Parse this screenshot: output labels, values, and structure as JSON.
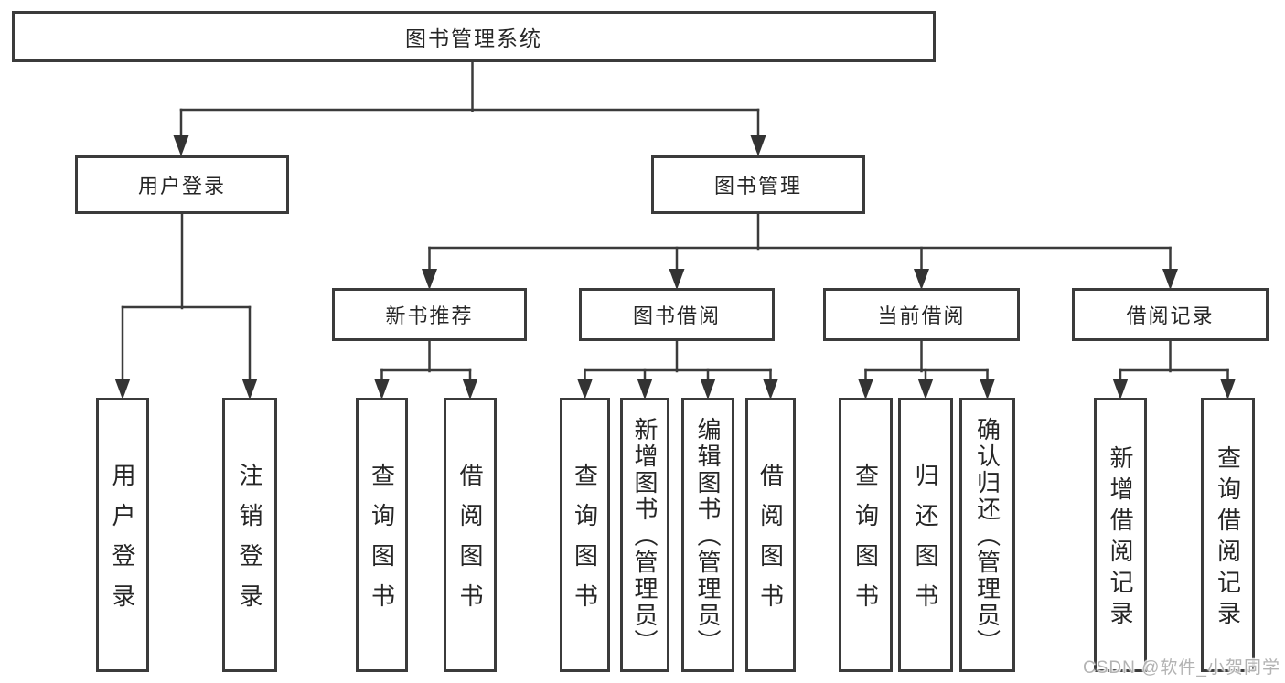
{
  "colors": {
    "line": "#3b3b3b",
    "box_border": "#3b3b3b",
    "text": "#262626",
    "watermark": "#b3b3b3",
    "background": "#ffffff"
  },
  "diagram": {
    "root": {
      "label": "图书管理系统"
    },
    "level2": [
      {
        "label": "用户登录"
      },
      {
        "label": "图书管理"
      }
    ],
    "level3": [
      {
        "label": "新书推荐"
      },
      {
        "label": "图书借阅"
      },
      {
        "label": "当前借阅"
      },
      {
        "label": "借阅记录"
      }
    ],
    "leaves": [
      {
        "label": "用户登录"
      },
      {
        "label": "注销登录"
      },
      {
        "label": "查询图书"
      },
      {
        "label": "借阅图书"
      },
      {
        "label": "查询图书"
      },
      {
        "label": "新增图书（管理员）"
      },
      {
        "label": "编辑图书（管理员）"
      },
      {
        "label": "借阅图书"
      },
      {
        "label": "查询图书"
      },
      {
        "label": "归还图书"
      },
      {
        "label": "确认归还（管理员）"
      },
      {
        "label": "新增借阅记录"
      },
      {
        "label": "查询借阅记录"
      }
    ]
  },
  "watermark": {
    "text": "CSDN @软件_小贺同学"
  }
}
